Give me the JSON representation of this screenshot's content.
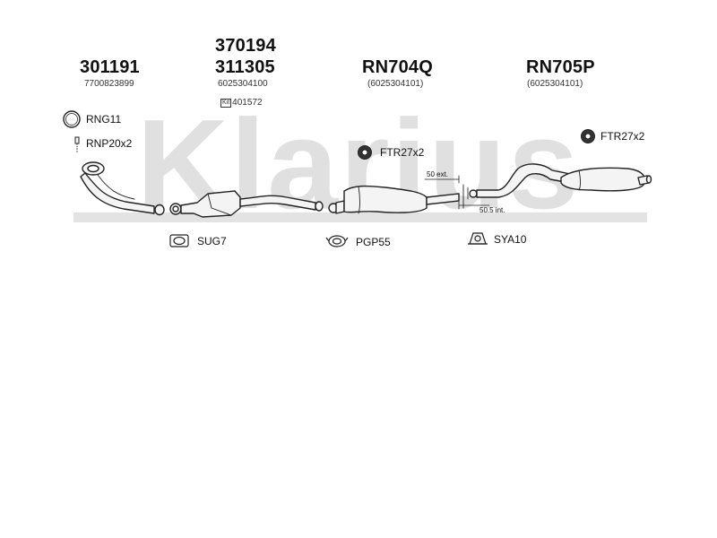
{
  "watermark": {
    "text": "Klarius",
    "color": "#e0e0e0"
  },
  "sections": [
    {
      "part_numbers": [
        "301191"
      ],
      "oe_number": "7700823899"
    },
    {
      "part_numbers": [
        "370194",
        "311305"
      ],
      "oe_number": "6025304100",
      "kit_number": "401572"
    },
    {
      "part_numbers": [
        "RN704Q"
      ],
      "oe_number": "(6025304101)"
    },
    {
      "part_numbers": [
        "RN705P"
      ],
      "oe_number": "(6025304101)"
    }
  ],
  "accessories": {
    "rng11": "RNG11",
    "rnp20x2": "RNP20x2",
    "ftr27x2_middle": "FTR27x2",
    "ftr27x2_rear": "FTR27x2",
    "sug7": "SUG7",
    "pgp55": "PGP55",
    "sya10": "SYA10"
  },
  "dimensions": {
    "ext": "50 ext.",
    "int": "50.5 int."
  },
  "kit_icon_text": "Kit"
}
